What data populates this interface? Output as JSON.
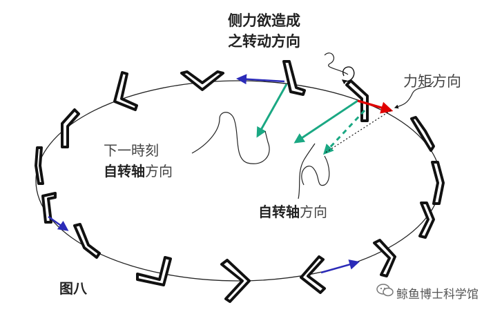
{
  "labels": {
    "side_force_line1": "侧力欲造成",
    "side_force_line2": "之转动方向",
    "torque_direction": "力矩方向",
    "next_moment": "下一時刻",
    "spin_axis_bold": "自转轴",
    "direction_suffix": "方向",
    "spin_axis2_bold": "自转轴",
    "direction_suffix2": "方向",
    "figure_label": "图八",
    "watermark_text": "鲸鱼博士科学馆"
  },
  "icons": {
    "watermark": "wechat-chat-icon"
  },
  "colors": {
    "boomerang_fill": "#ffffff",
    "boomerang_outline": "#111111",
    "orbit_arrow": "#2b2bb8",
    "spin_axis_arrow": "#1aa883",
    "torque_arrow": "#e00000",
    "orbit_line": "#222222"
  }
}
